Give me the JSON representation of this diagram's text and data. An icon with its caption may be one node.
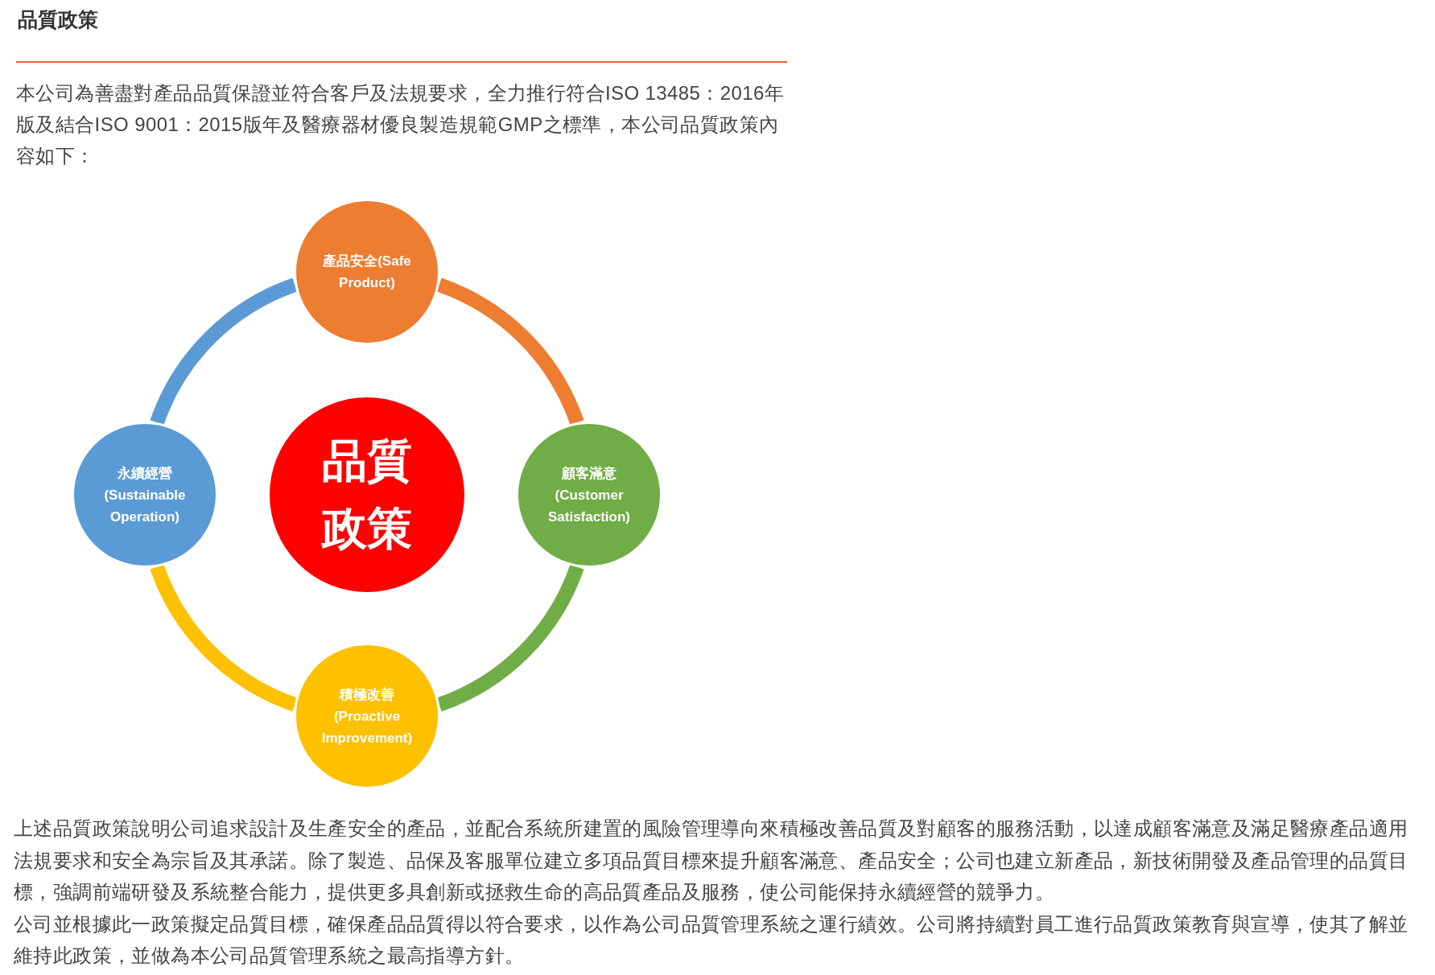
{
  "diagram": {
    "title": "品質政策",
    "nodes": [
      {
        "text": [
          "產品安全(Safe Product)"
        ]
      },
      {
        "text": [
          "永續經營 (Sustainable Operation)"
        ]
      },
      {
        "text": [
          "品質政策"
        ]
      },
      {
        "text": [
          "顧客滿意 (Customer Satisfaction)"
        ]
      },
      {
        "text": [
          "積極改善 (Proactive Improvement)"
        ]
      }
    ],
    "edges": [
      {
        "from": 0,
        "to": 3,
        "arrow": "none",
        "color": "#ed7d31"
      },
      {
        "from": 3,
        "to": 4,
        "arrow": "none",
        "color": "#70ad47"
      },
      {
        "from": 4,
        "to": 1,
        "arrow": "none",
        "color": "#ffc000"
      },
      {
        "from": 1,
        "to": 0,
        "arrow": "none",
        "color": "#5b9bd5"
      }
    ],
    "labels": [
      "本公司為善盡對產品品質保證並符合客戶及法規要求，全力推行符合ISO 13485：2016年版及結合ISO 9001：2015版年及醫療器材優良製造規範GMP之標準，本公司品質政策內容如下：",
      "上述品質政策說明公司追求設計及生產安全的產品，並配合系統所建置的風險管理導向來積極改善品質及對顧客的服務活動，以達成顧客滿意及滿足醫療產品適用法規要求和安全為宗旨及其承諾。除了製造、品保及客服單位建立多項品質目標來提升顧客滿意、產品安全；公司也建立新產品，新技術開發及產品管理的品質目標，強調前端研發及系統整合能力，提供更多具創新或拯救生命的高品質產品及服務，使公司能保持永續經營的競爭力。",
      "公司並根據此一政策擬定品質目標，確保產品品質得以符合要求，以作為公司品質管理系統之運行績效。公司將持續對員工進行品質政策教育與宣導，使其了解並維持此政策，並做為本公司品質管理系統之最高指導方針。"
    ]
  }
}
